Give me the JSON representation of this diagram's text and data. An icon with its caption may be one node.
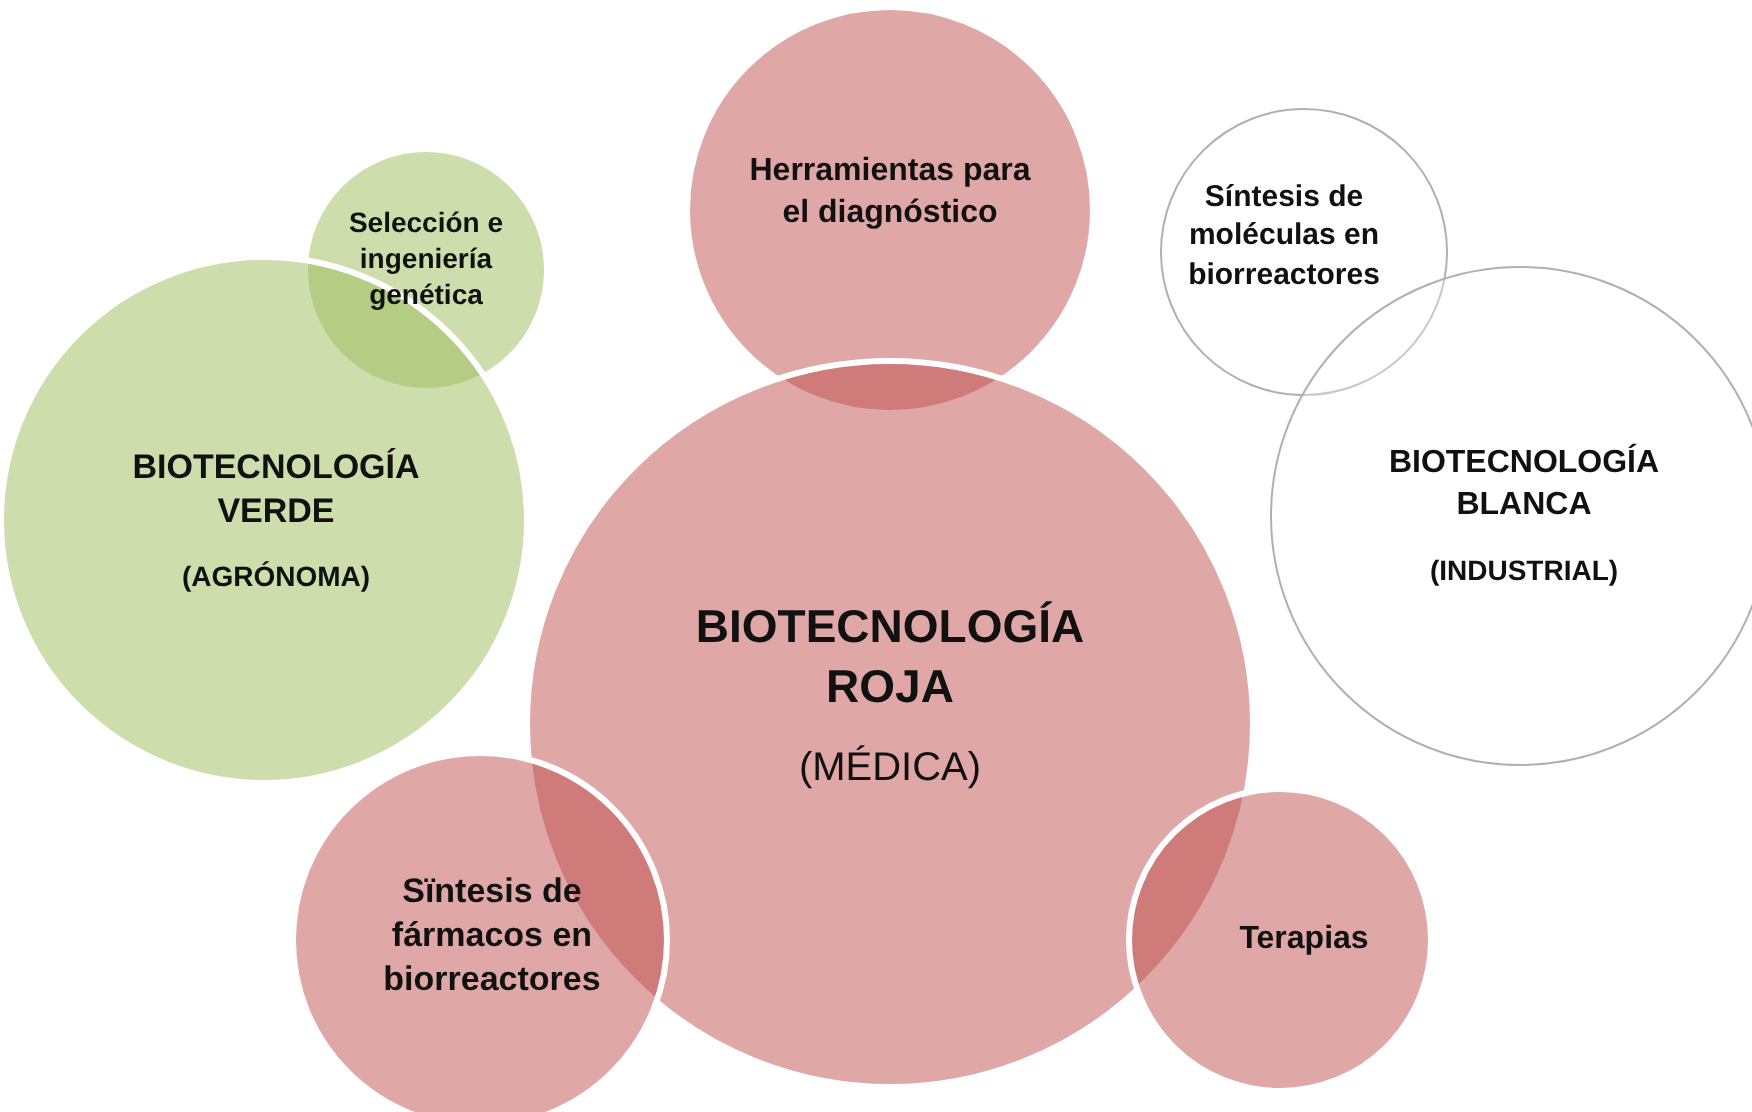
{
  "diagram": {
    "nodes": [
      {
        "text": [
          "Herramientas para el diagnóstico"
        ]
      },
      {
        "text": [
          "Síntesis de moléculas en biorreactores"
        ]
      },
      {
        "text": [
          "Selección e ingeniería genética"
        ]
      },
      {
        "text": [
          "BIOTECNOLOGÍA VERDE",
          "(AGRÓNOMA)"
        ]
      },
      {
        "text": [
          "BIOTECNOLOGÍA BLANCA",
          "(INDUSTRIAL)"
        ]
      },
      {
        "text": [
          "BIOTECNOLOGÍA ROJA",
          "(MÉDICA)"
        ]
      },
      {
        "text": [
          "Sïntesis de fármacos en biorreactores"
        ]
      },
      {
        "text": [
          "Terapias"
        ]
      }
    ],
    "edges": []
  }
}
